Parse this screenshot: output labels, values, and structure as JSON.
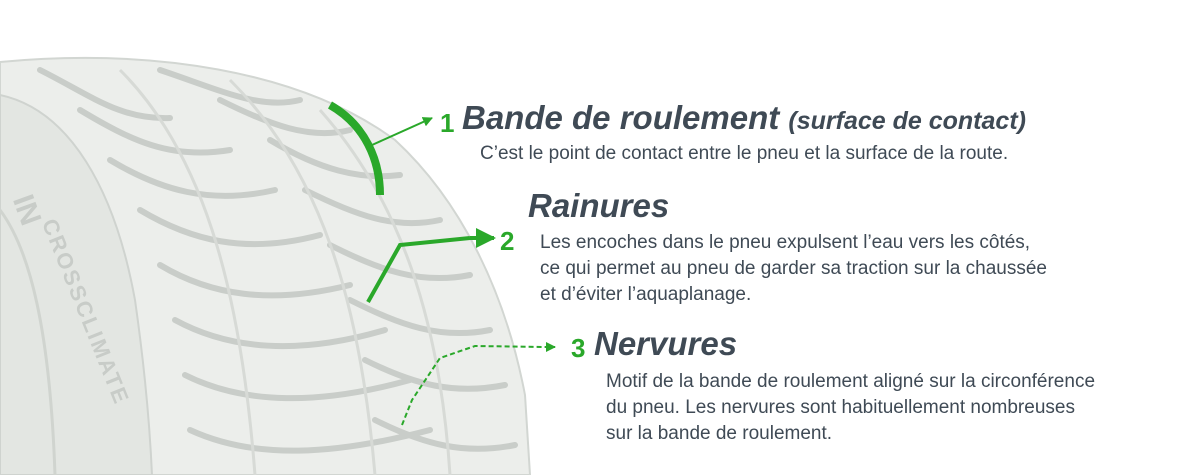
{
  "colors": {
    "accent": "#2aa82a",
    "text": "#3f4a55",
    "tire": "#e9ebe8"
  },
  "brand_text": "IN",
  "sidewall_text": "CROSSCLIMATE",
  "items": [
    {
      "number": "1",
      "title": "Bande de roulement",
      "subtitle": "(surface de contact)",
      "lines": [
        "C’est le point de contact entre le pneu et la surface de la route."
      ]
    },
    {
      "number": "2",
      "title": "Rainures",
      "lines": [
        "Les encoches dans le pneu expulsent l’eau vers les côtés,",
        "ce qui permet au pneu de garder sa traction sur la chaussée",
        "et d’éviter l’aquaplanage."
      ]
    },
    {
      "number": "3",
      "title": "Nervures",
      "lines": [
        "Motif de la bande de roulement aligné sur la circonférence",
        "du pneu. Les nervures sont habituellement nombreuses",
        "sur la bande de roulement."
      ]
    }
  ]
}
